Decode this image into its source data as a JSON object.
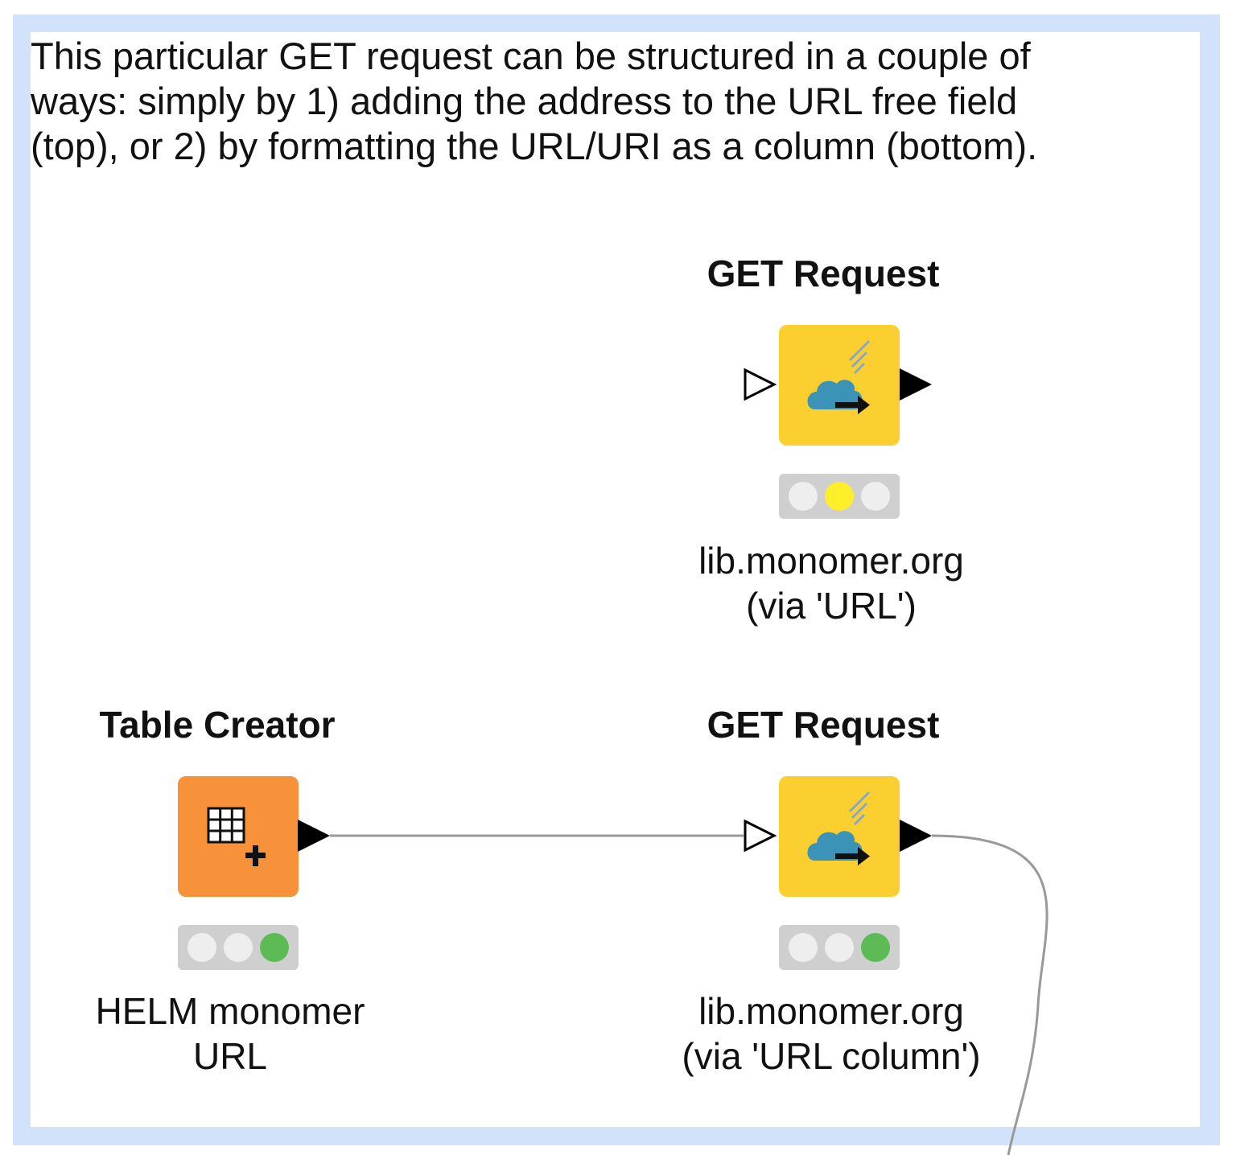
{
  "annotation": {
    "text": "This particular GET request can be structured in a couple of\nways: simply by 1) adding the address to the URL free field\n(top), or 2) by formatting the URL/URI as a column (bottom).",
    "border_color": "#d3e2fb"
  },
  "nodes": [
    {
      "id": "get-request-url",
      "title": "GET Request",
      "label_line1": "lib.monomer.org",
      "label_line2": "(via 'URL')",
      "color": "#fbcf2f",
      "icon": "cloud-arrow-icon",
      "status": "configured",
      "status_lights": [
        "off",
        "yellow",
        "off"
      ]
    },
    {
      "id": "table-creator",
      "title": "Table Creator",
      "label_line1": "HELM monomer",
      "label_line2": "URL",
      "color": "#f7923a",
      "icon": "table-plus-icon",
      "status": "executed",
      "status_lights": [
        "off",
        "off",
        "green"
      ]
    },
    {
      "id": "get-request-column",
      "title": "GET Request",
      "label_line1": "lib.monomer.org",
      "label_line2": "(via 'URL column')",
      "color": "#fbcf2f",
      "icon": "cloud-arrow-icon",
      "status": "executed",
      "status_lights": [
        "off",
        "off",
        "green"
      ]
    }
  ],
  "connections": [
    {
      "from": "table-creator",
      "to": "get-request-column"
    },
    {
      "from": "get-request-column",
      "to": "off-canvas"
    }
  ],
  "colors": {
    "connection": "#999999",
    "status_off": "#eeeeee",
    "status_yellow": "#ffef2a",
    "status_green": "#5cbb54"
  }
}
